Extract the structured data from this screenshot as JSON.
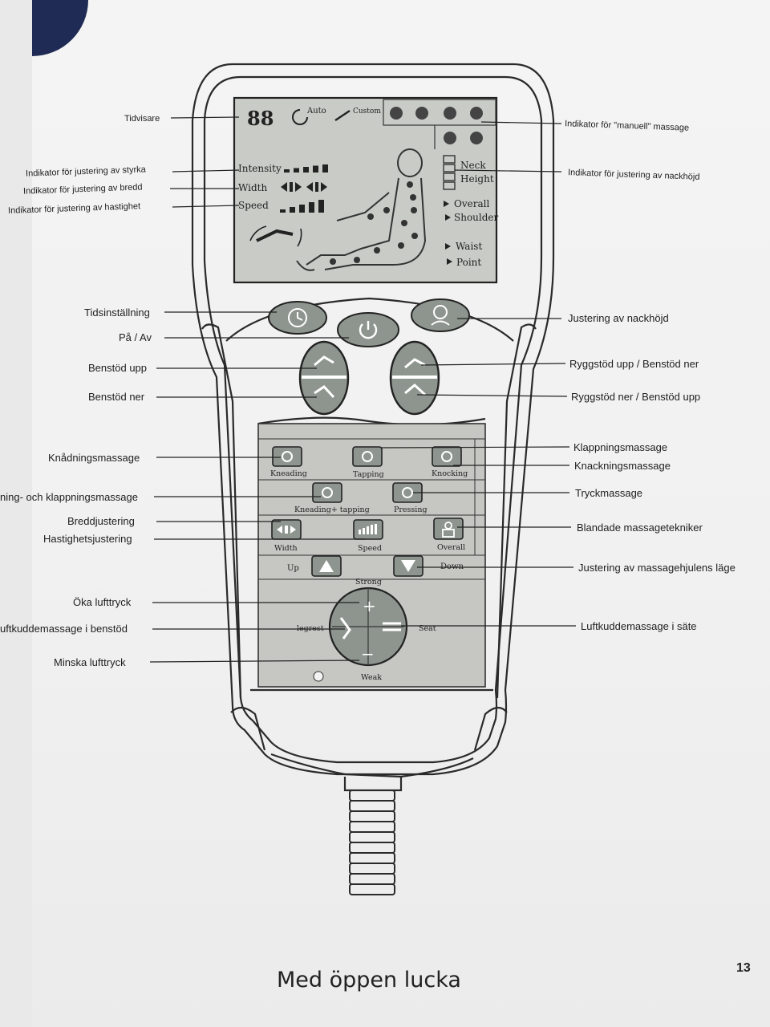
{
  "caption": "Med öppen lucka",
  "page_number": "13",
  "left_labels": {
    "tidvisare": "Tidvisare",
    "styrka": "Indikator för justering av styrka",
    "bredd": "Indikator för justering av bredd",
    "hastighet": "Indikator för justering av hastighet",
    "tidsinstallning": "Tidsinställning",
    "pa_av": "På / Av",
    "benstod_upp": "Benstöd upp",
    "benstod_ner": "Benstöd ner",
    "knadning": "Knådningsmassage",
    "knad_klapp": "ning- och klappningsmassage",
    "breddjustering": "Breddjustering",
    "hastighetsjustering": "Hastighetsjustering",
    "oka": "Öka lufttryck",
    "luft_benstod": "uftkuddemassage i benstöd",
    "minska": "Minska lufttryck"
  },
  "right_labels": {
    "manuell": "Indikator för \"manuell\" massage",
    "nackhojd_ind": "Indikator för justering av nackhöjd",
    "nackhojd_just": "Justering av nackhöjd",
    "rygg_upp": "Ryggstöd upp / Benstöd ner",
    "rygg_ner": "Ryggstöd ner / Benstöd upp",
    "klappning": "Klappningsmassage",
    "knackning": "Knackningsmassage",
    "tryck": "Tryckmassage",
    "blandade": "Blandade massagetekniker",
    "hjul": "Justering av massagehjulens läge",
    "luft_sate": "Luftkuddemassage i säte"
  },
  "lcd": {
    "digits": "88",
    "auto": "Auto",
    "custom": "Custom",
    "intensity": "Intensity",
    "width": "Width",
    "speed": "Speed",
    "neck": "Neck",
    "height": "Height",
    "overall": "Overall",
    "shoulder": "Shoulder",
    "waist": "Waist",
    "point": "Point",
    "intensity_level": 5,
    "speed_level": 5
  },
  "panel": {
    "kneading": "Kneading",
    "tapping": "Tapping",
    "knocking": "Knocking",
    "kneading_tapping": "Kneading+ tapping",
    "pressing": "Pressing",
    "width": "Width",
    "speed": "Speed",
    "overall": "Overall",
    "up": "Up",
    "down": "Down",
    "strong": "Strong",
    "legrest": "legrest",
    "seat": "Seat",
    "weak": "Weak",
    "plus": "+",
    "minus": "−"
  }
}
